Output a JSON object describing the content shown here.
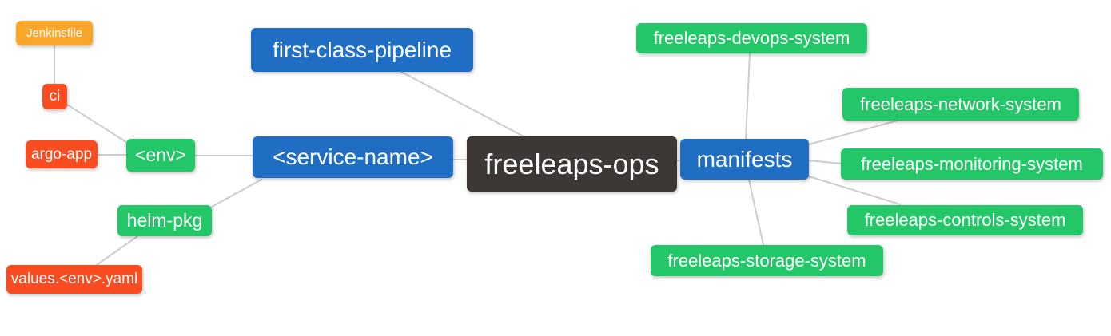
{
  "diagram": {
    "type": "mindmap",
    "root": "freeleaps-ops"
  },
  "colors": {
    "root_bg": "#3d3836",
    "branch_bg": "#1f6ec4",
    "level2_bg": "#24c768",
    "level3_bg": "#f94d21",
    "level4_bg": "#f9a62a",
    "edge": "#cccccc",
    "text": "#ffffff",
    "background": "#ffffff"
  },
  "nodes": {
    "freeleaps_ops": {
      "label": "freeleaps-ops"
    },
    "first_class_pipeline": {
      "label": "first-class-pipeline"
    },
    "service_name": {
      "label": "<service-name>"
    },
    "manifests": {
      "label": "manifests"
    },
    "env": {
      "label": "<env>"
    },
    "helm_pkg": {
      "label": "helm-pkg"
    },
    "ci": {
      "label": "ci"
    },
    "argo_app": {
      "label": "argo-app"
    },
    "jenkinsfile": {
      "label": "Jenkinsfile"
    },
    "values_env_yaml": {
      "label": "values.<env>.yaml"
    },
    "devops_system": {
      "label": "freeleaps-devops-system"
    },
    "network_system": {
      "label": "freeleaps-network-system"
    },
    "monitoring_system": {
      "label": "freeleaps-monitoring-system"
    },
    "controls_system": {
      "label": "freeleaps-controls-system"
    },
    "storage_system": {
      "label": "freeleaps-storage-system"
    }
  },
  "edges": [
    {
      "from": "jenkinsfile",
      "to": "ci"
    },
    {
      "from": "ci",
      "to": "env"
    },
    {
      "from": "argo_app",
      "to": "env"
    },
    {
      "from": "env",
      "to": "service_name"
    },
    {
      "from": "helm_pkg",
      "to": "service_name"
    },
    {
      "from": "values_env_yaml",
      "to": "helm_pkg"
    },
    {
      "from": "service_name",
      "to": "freeleaps_ops"
    },
    {
      "from": "first_class_pipeline",
      "to": "freeleaps_ops"
    },
    {
      "from": "freeleaps_ops",
      "to": "manifests"
    },
    {
      "from": "manifests",
      "to": "devops_system"
    },
    {
      "from": "manifests",
      "to": "network_system"
    },
    {
      "from": "manifests",
      "to": "monitoring_system"
    },
    {
      "from": "manifests",
      "to": "controls_system"
    },
    {
      "from": "manifests",
      "to": "storage_system"
    }
  ]
}
